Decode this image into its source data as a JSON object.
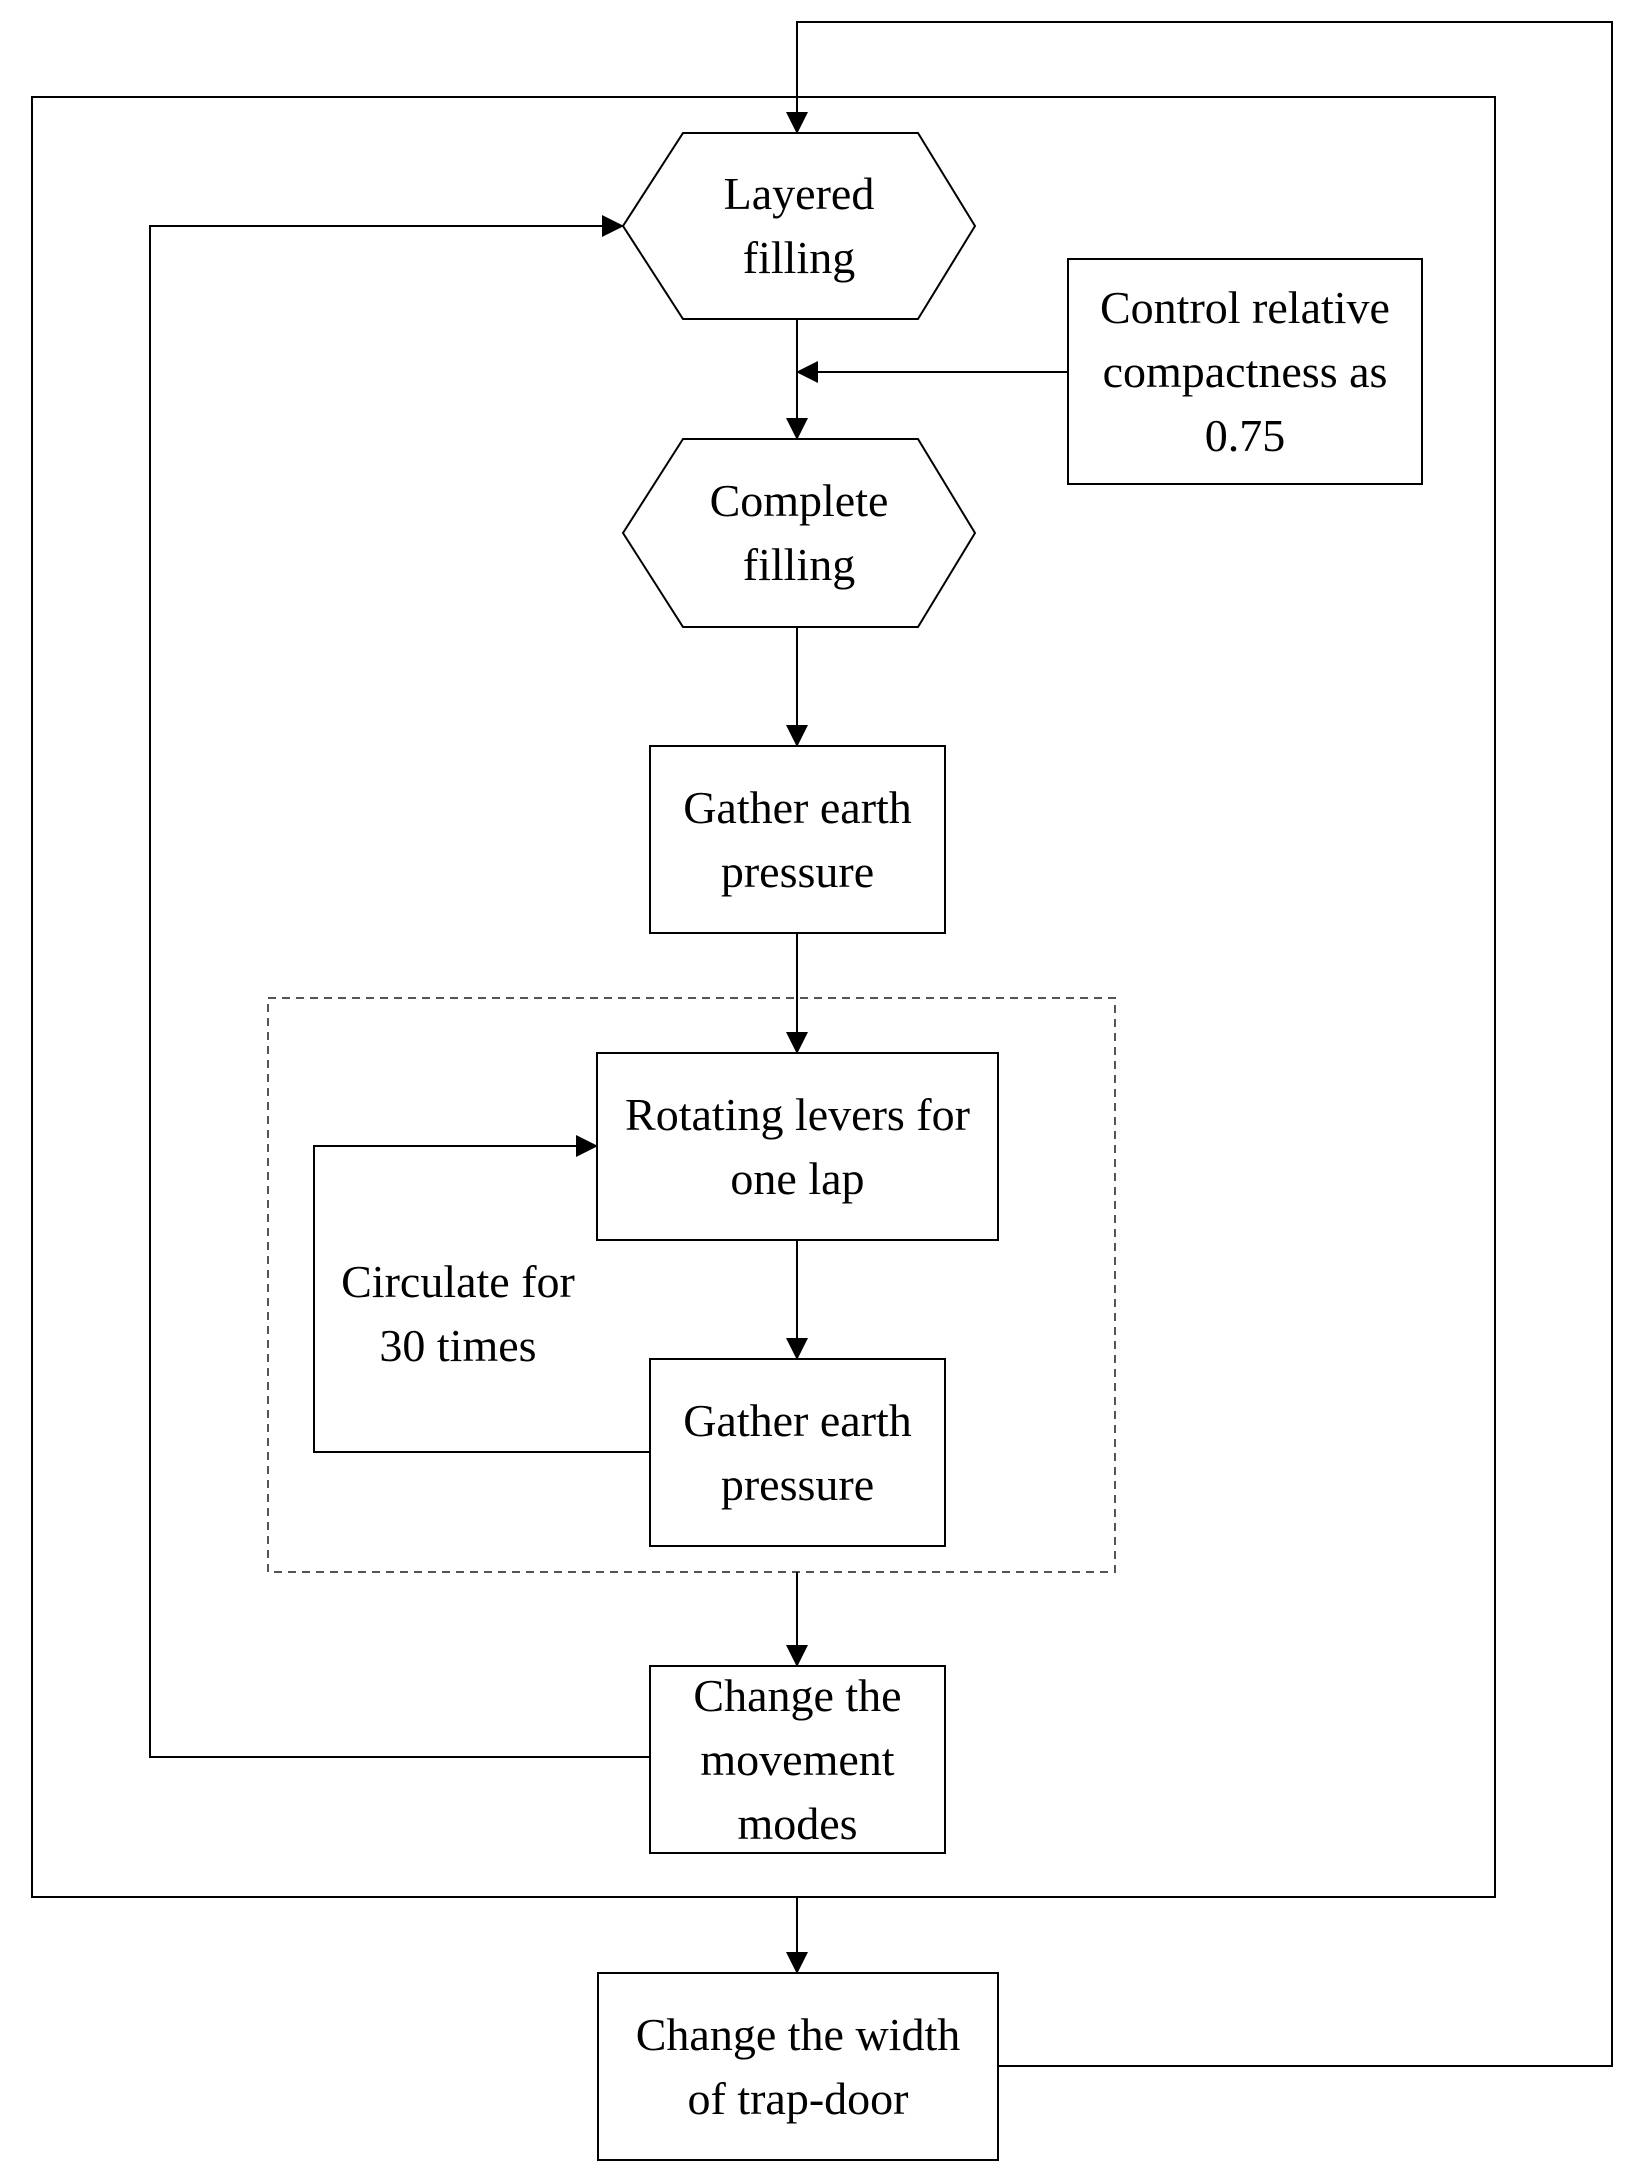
{
  "diagram": {
    "nodes": {
      "layered_filling": {
        "lines": [
          "Layered",
          "filling"
        ],
        "shape": "hexagon"
      },
      "control_compactness": {
        "lines": [
          "Control relative",
          "compactness as",
          "0.75"
        ],
        "shape": "rectangle"
      },
      "complete_filling": {
        "lines": [
          "Complete",
          "filling"
        ],
        "shape": "hexagon"
      },
      "gather_pressure_1": {
        "lines": [
          "Gather earth",
          "pressure"
        ],
        "shape": "rectangle"
      },
      "rotating_levers": {
        "lines": [
          "Rotating levers for",
          "one lap"
        ],
        "shape": "rectangle"
      },
      "gather_pressure_2": {
        "lines": [
          "Gather earth",
          "pressure"
        ],
        "shape": "rectangle"
      },
      "change_movement": {
        "lines": [
          "Change the",
          "movement",
          "modes"
        ],
        "shape": "rectangle"
      },
      "change_width": {
        "lines": [
          "Change the width",
          "of trap-door"
        ],
        "shape": "rectangle"
      }
    },
    "loop_label": {
      "lines": [
        "Circulate for",
        "30 times"
      ]
    },
    "stroke_color": "#000000",
    "dashed_group_color": "#555555"
  }
}
